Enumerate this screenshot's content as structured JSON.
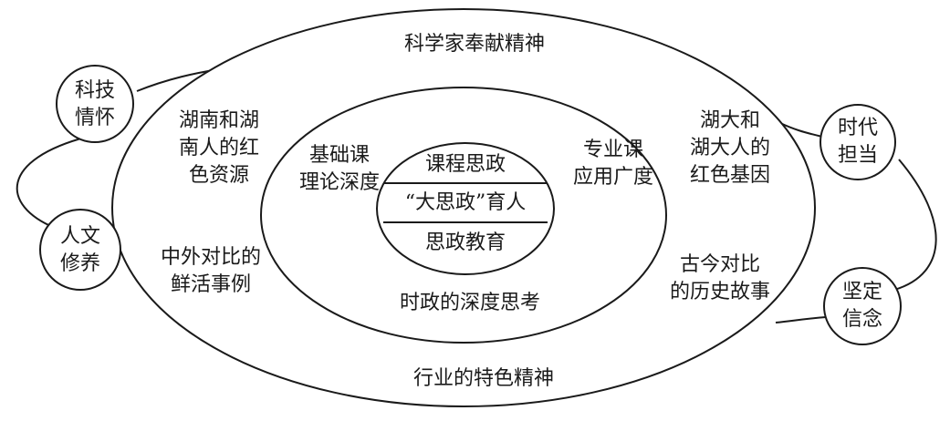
{
  "outer_ring": {
    "top": "科学家奉献精神",
    "bottom": "行业的特色精神",
    "upper_left": [
      "湖南和湖",
      "南人的红",
      "色资源"
    ],
    "lower_left": [
      "中外对比的",
      "鲜活事例"
    ],
    "upper_right": [
      "湖大和",
      "湖大人的",
      "红色基因"
    ],
    "lower_right": [
      "古今对比",
      "的历史故事"
    ]
  },
  "middle_ring": {
    "left": [
      "基础课",
      "理论深度"
    ],
    "right": [
      "专业课",
      "应用广度"
    ],
    "bottom": "时政的深度思考"
  },
  "core": {
    "top": "课程思政",
    "middle": "“大思政”育人",
    "bottom": "思政教育"
  },
  "left_nodes": [
    [
      "科技",
      "情怀"
    ],
    [
      "人文",
      "修养"
    ]
  ],
  "right_nodes": [
    [
      "时代",
      "担当"
    ],
    [
      "坚定",
      "信念"
    ]
  ]
}
